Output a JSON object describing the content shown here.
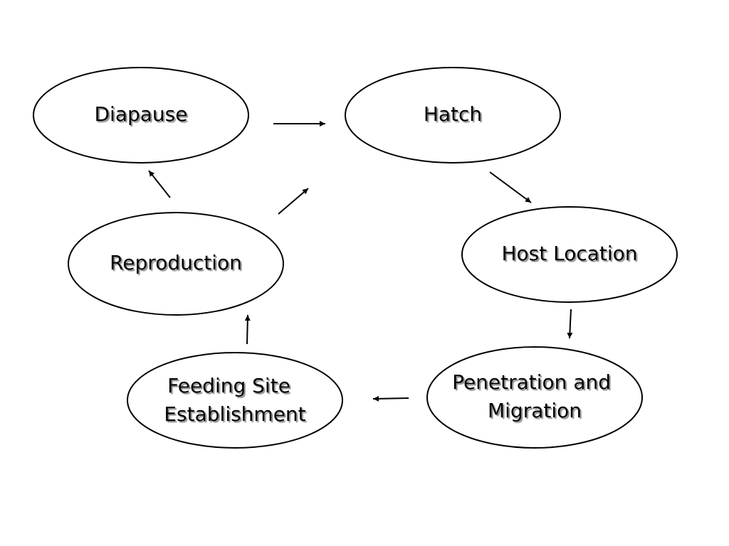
{
  "diagram": {
    "nodes": [
      {
        "id": "diapause",
        "lines": [
          "Diapause"
        ]
      },
      {
        "id": "hatch",
        "lines": [
          "Hatch"
        ]
      },
      {
        "id": "host-location",
        "lines": [
          "Host Location"
        ]
      },
      {
        "id": "penetration-migration",
        "lines": [
          "Penetration and",
          "Migration"
        ]
      },
      {
        "id": "feeding-site",
        "lines": [
          "Feeding Site",
          "Establishment"
        ]
      },
      {
        "id": "reproduction",
        "lines": [
          "Reproduction"
        ]
      }
    ],
    "edges": [
      {
        "from": "diapause",
        "to": "hatch"
      },
      {
        "from": "hatch",
        "to": "host-location"
      },
      {
        "from": "host-location",
        "to": "penetration-migration"
      },
      {
        "from": "penetration-migration",
        "to": "feeding-site"
      },
      {
        "from": "feeding-site",
        "to": "reproduction"
      },
      {
        "from": "reproduction",
        "to": "diapause"
      },
      {
        "from": "reproduction",
        "to": "hatch"
      }
    ]
  }
}
